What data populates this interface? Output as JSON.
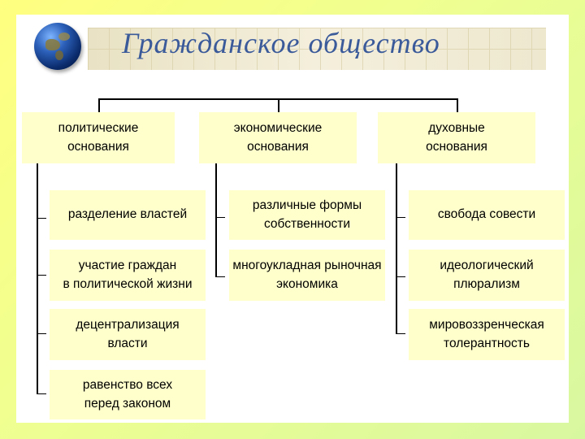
{
  "title": "Гражданское общество",
  "columns": [
    {
      "header": [
        "политические",
        "основания"
      ],
      "items": [
        [
          "разделение властей"
        ],
        [
          "участие граждан",
          "в политической жизни"
        ],
        [
          "децентрализация",
          "власти"
        ],
        [
          "равенство всех",
          "перед законом"
        ]
      ]
    },
    {
      "header": [
        "экономические",
        "основания"
      ],
      "items": [
        [
          "различные формы",
          "собственности"
        ],
        [
          "многоукладная рыночная",
          "экономика"
        ]
      ]
    },
    {
      "header": [
        "духовные",
        "основания"
      ],
      "items": [
        [
          "свобода совести"
        ],
        [
          "идеологический",
          "плюрализм"
        ],
        [
          "мировоззренческая",
          "толерантность"
        ]
      ]
    }
  ],
  "colors": {
    "box_fill": "#ffffcc",
    "title_color": "#3a5a9a",
    "connector": "#000000"
  },
  "icons": [
    "globe-icon"
  ]
}
